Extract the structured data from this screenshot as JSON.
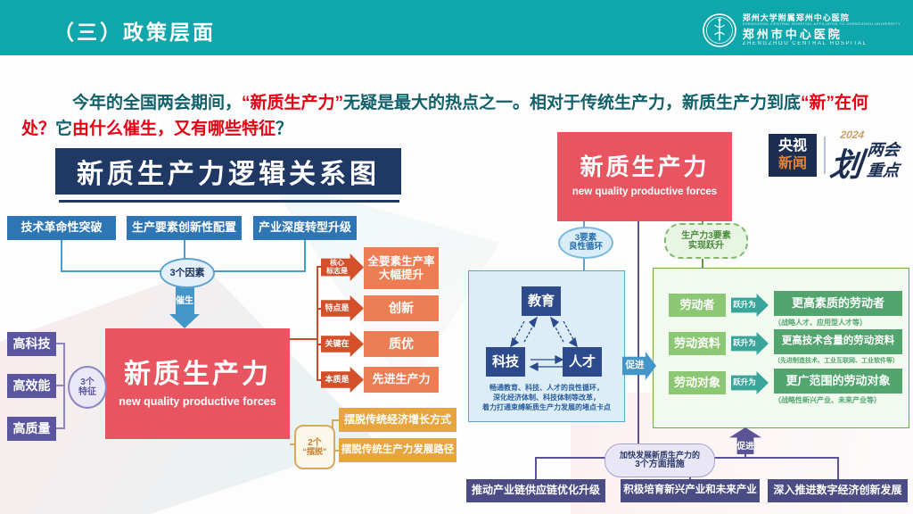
{
  "header": {
    "title": "（三）政策层面",
    "logo": {
      "name_affiliated": "郑州大学附属郑州中心医院",
      "name_affiliated_en": "ZHENGZHOU CENTRAL HOSPITAL AFFILIATED TO ZHENGZHOU UNIVERSITY",
      "name_main": "郑州市中心医院",
      "name_en": "ZHENGZHOU CENTRAL HOSPITAL"
    }
  },
  "intro": {
    "segments": [
      {
        "text": "今年的全国两会期间，"
      },
      {
        "text": "“新质生产力”"
      },
      {
        "text": "无疑是最大的热点之一。相对于传统生产力，新质生产力到底"
      },
      {
        "text": "“新”在何处？"
      },
      {
        "text": "它"
      },
      {
        "text": "由什么催生，又有哪些特征"
      },
      {
        "text": "？"
      }
    ]
  },
  "badges": {
    "cctv_line1": "央视",
    "cctv_line2": "新闻",
    "year": "2024",
    "hua": "划",
    "lianghui": "两会",
    "zhongdian": "重点"
  },
  "left_diagram": {
    "title": "新质生产力逻辑关系图",
    "factor_boxes": [
      "技术革命性突破",
      "生产要素创新性配置",
      "产业深度转型升级"
    ],
    "factors_oval": "3个因素",
    "spawn_arrow_label": "催生",
    "core_box": {
      "title": "新质生产力",
      "subtitle": "new quality productive forces"
    },
    "trait_boxes": [
      "高科技",
      "高效能",
      "高质量"
    ],
    "traits_oval": [
      "3个",
      "特征"
    ],
    "outcomes": [
      {
        "label": [
          "核心",
          "标志是"
        ],
        "lines": [
          "全要素生产率",
          "大幅提升"
        ]
      },
      {
        "label": [
          "特点是"
        ],
        "lines": [
          "创新"
        ]
      },
      {
        "label": [
          "关键在"
        ],
        "lines": [
          "质优"
        ]
      },
      {
        "label": [
          "本质是"
        ],
        "lines": [
          "先进生产力"
        ]
      }
    ],
    "breakaway_oval": [
      "2个",
      "“摆脱”"
    ],
    "breakaway_boxes": [
      "摆脱传统经济增长方式",
      "摆脱传统生产力发展路径"
    ]
  },
  "right_diagram": {
    "core_box": {
      "title": "新质生产力",
      "subtitle": "new quality productive forces"
    },
    "cycle_oval": [
      "3要素",
      "良性循环"
    ],
    "leap_oval": [
      "生产力3要素",
      "实现跃升"
    ],
    "triangle_nodes": [
      "教育",
      "科技",
      "人才"
    ],
    "triangle_caption": [
      "畅通教育、科技、人才的良性循环，",
      "深化经济体制、科技体制等改革，",
      "着力打通束缚新质生产力发展的堵点卡点"
    ],
    "promote_right": "促进",
    "promote_up": "促进",
    "leap_rows": [
      {
        "from": "劳动者",
        "arrow": "跃升为",
        "to": "更高素质的劳动者",
        "note": "（战略人才、应用型人才等）"
      },
      {
        "from": "劳动资料",
        "arrow": "跃升为",
        "to": "更高技术含量的劳动资料",
        "note": "（先进制造技术、工业互联网、工业软件等）"
      },
      {
        "from": "劳动对象",
        "arrow": "跃升为",
        "to": "更广范围的劳动对象",
        "note": "（战略性新兴产业、未来产业等）"
      }
    ],
    "measures_oval": [
      "加快发展新质生产力的",
      "3个方面措施"
    ],
    "measure_boxes": [
      "推动产业链供应链优化升级",
      "积极培育新兴产业和未来产业",
      "深入推进数字经济创新发展"
    ]
  },
  "colors": {
    "header_bg": "#10a7ac",
    "body_teal": "#11606a",
    "emphasis_red": "#e60012",
    "navy_title": "#203864",
    "blue_box": "#2e75b6",
    "core_red": "#e85561",
    "purple_box": "#5c56a0",
    "orange_box": "#ed7d52",
    "orange_arrow": "#d3502a",
    "yellow_box": "#e7a53f",
    "panel_navy_box": "#2c4a8c",
    "light_green_box": "#8cc873",
    "dark_green_box": "#52a56e",
    "teal_arrow": "#3aa59b",
    "bottom_purple_box": "#4c4c85",
    "badge_navy": "#1c2d52"
  }
}
